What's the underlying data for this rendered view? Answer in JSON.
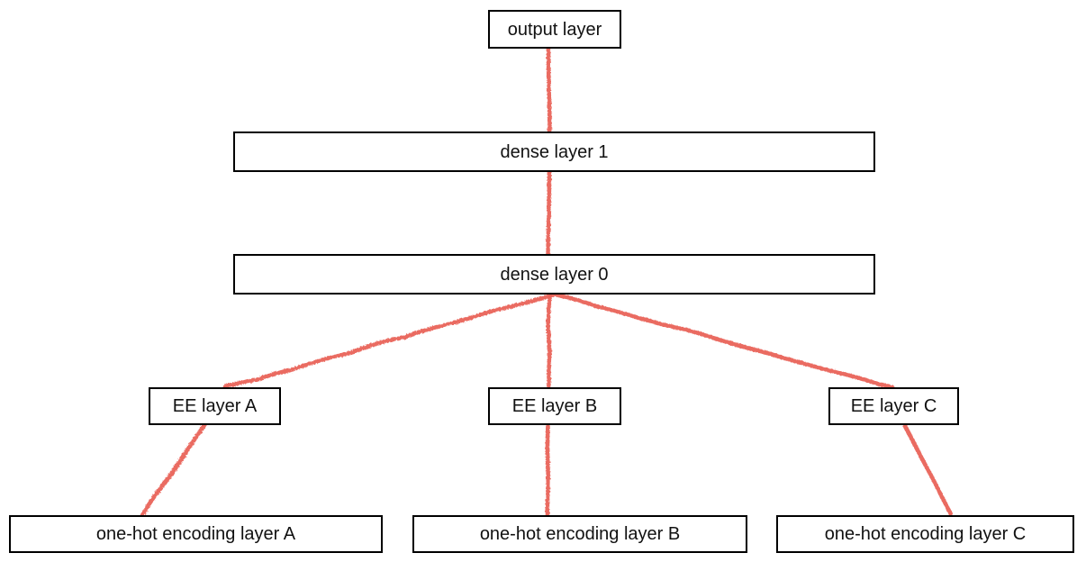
{
  "diagram": {
    "type": "network-architecture",
    "nodes": {
      "output": {
        "label": "output layer"
      },
      "dense1": {
        "label": "dense layer 1"
      },
      "dense0": {
        "label": "dense layer 0"
      },
      "ee_a": {
        "label": "EE layer A"
      },
      "ee_b": {
        "label": "EE layer B"
      },
      "ee_c": {
        "label": "EE layer C"
      },
      "onehot_a": {
        "label": "one-hot encoding layer A"
      },
      "onehot_b": {
        "label": "one-hot encoding layer B"
      },
      "onehot_c": {
        "label": "one-hot encoding layer C"
      }
    },
    "edges": [
      {
        "from": "output",
        "to": "dense1"
      },
      {
        "from": "dense1",
        "to": "dense0"
      },
      {
        "from": "dense0",
        "to": "ee_a"
      },
      {
        "from": "dense0",
        "to": "ee_b"
      },
      {
        "from": "dense0",
        "to": "ee_c"
      },
      {
        "from": "ee_a",
        "to": "onehot_a"
      },
      {
        "from": "ee_b",
        "to": "onehot_b"
      },
      {
        "from": "ee_c",
        "to": "onehot_c"
      }
    ],
    "colors": {
      "edge": "#e9625a",
      "box_border": "#000000",
      "box_fill": "#ffffff",
      "text": "#111111",
      "background": "#ffffff"
    }
  }
}
